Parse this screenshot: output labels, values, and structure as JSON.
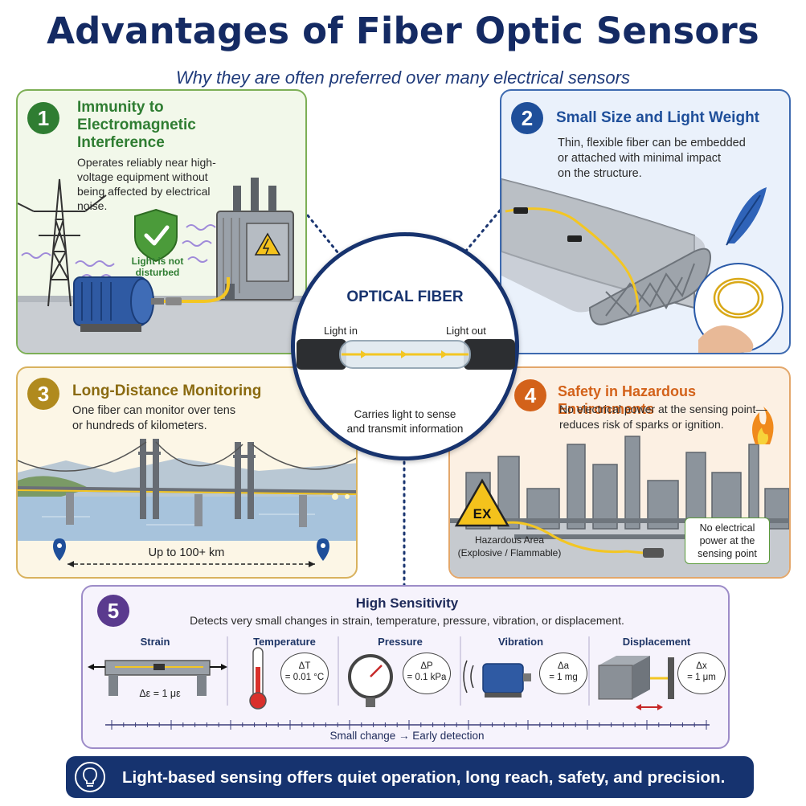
{
  "header": {
    "title": "Advantages of Fiber Optic Sensors",
    "subtitle": "Why they are often preferred over many electrical sensors"
  },
  "colors": {
    "navy": "#16336f",
    "green": "#2f7d32",
    "blue": "#1f4f9a",
    "gold": "#b08a1e",
    "orange": "#d3621a",
    "purple": "#5a3a8e",
    "fiber": "#f3c623"
  },
  "cards": [
    {
      "number": "1",
      "title_lines": [
        "Immunity to",
        "Electromagnetic",
        "Interference"
      ],
      "description_lines": [
        "Operates reliably near high-",
        "voltage equipment without",
        "being affected by electrical",
        "noise."
      ],
      "shield_text_lines": [
        "Light is not",
        "disturbed"
      ],
      "icons": [
        "power-tower-icon",
        "shield-check-icon",
        "transformer-icon",
        "electric-motor-icon",
        "high-voltage-icon"
      ]
    },
    {
      "number": "2",
      "title": "Small Size and Light Weight",
      "description_lines": [
        "Thin, flexible fiber can be embedded",
        "or attached with minimal impact",
        "on the structure."
      ],
      "icons": [
        "wing-structure-icon",
        "feather-icon",
        "fiber-coil-icon"
      ]
    },
    {
      "number": "3",
      "title": "Long-Distance Monitoring",
      "description_lines": [
        "One fiber can monitor over tens",
        "or hundreds of kilometers."
      ],
      "distance_label": "Up to 100+ km",
      "icons": [
        "suspension-bridge-icon",
        "map-pin-icon"
      ]
    },
    {
      "number": "4",
      "title": "Safety in Hazardous Environments",
      "description_lines": [
        "No electrical power at the sensing point—",
        "reduces risk of sparks or ignition."
      ],
      "ex_label": "EX",
      "hazard_label_lines": [
        "Hazardous Area",
        "(Explosive / Flammable)"
      ],
      "callout_lines": [
        "No electrical",
        "power at the",
        "sensing point"
      ],
      "icons": [
        "refinery-icon",
        "ex-warning-icon",
        "flame-icon"
      ]
    },
    {
      "number": "5",
      "title": "High Sensitivity",
      "description": "Detects very small changes in strain, temperature, pressure, vibration, or displacement.",
      "sensors": [
        {
          "label": "Strain",
          "value": "Δε = 1 με"
        },
        {
          "label": "Temperature",
          "value_lines": [
            "ΔT",
            "= 0.01 °C"
          ]
        },
        {
          "label": "Pressure",
          "value_lines": [
            "ΔP",
            "= 0.1 kPa"
          ]
        },
        {
          "label": "Vibration",
          "value_lines": [
            "Δa",
            "= 1 mg"
          ]
        },
        {
          "label": "Displacement",
          "value_lines": [
            "Δx",
            "= 1 μm"
          ]
        }
      ],
      "scale_caption": "Small change → Early detection"
    }
  ],
  "center": {
    "title": "OPTICAL FIBER",
    "light_in": "Light in",
    "light_out": "Light out",
    "caption_lines": [
      "Carries light to sense",
      "and transmit information"
    ]
  },
  "footer": {
    "text": "Light-based sensing offers quiet operation, long reach, safety, and precision.",
    "icon": "lightbulb-icon"
  }
}
